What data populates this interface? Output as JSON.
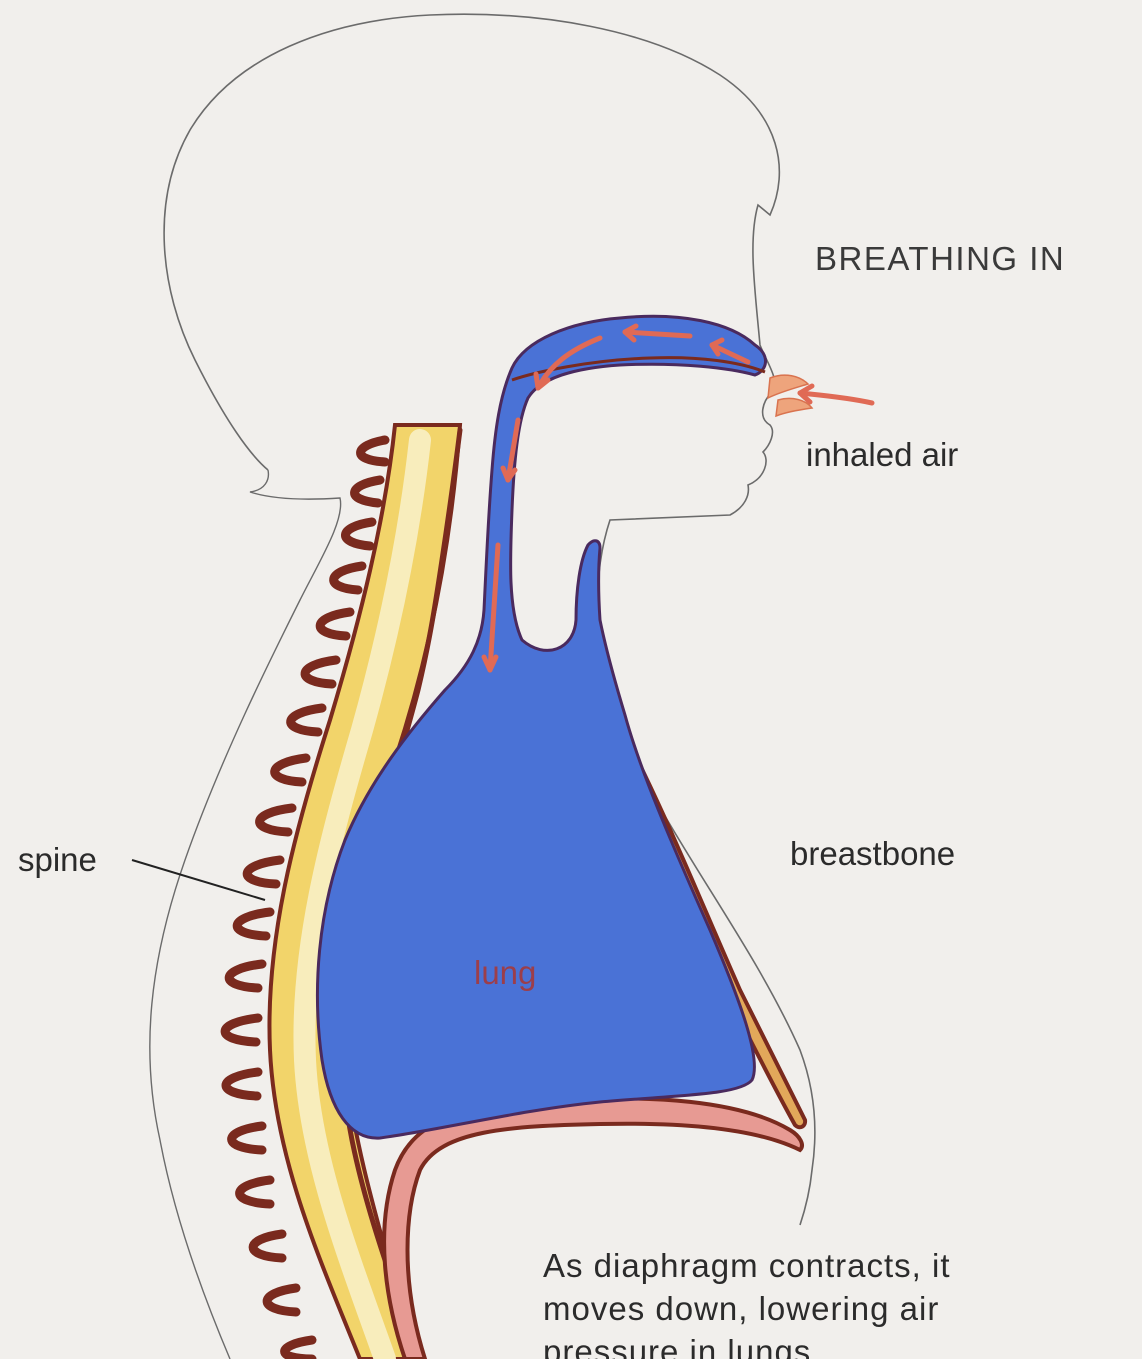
{
  "diagram": {
    "title": "BREATHING IN",
    "labels": {
      "inhaled_air": "inhaled air",
      "spine": "spine",
      "breastbone": "breastbone",
      "lung": "lung"
    },
    "caption_lines": [
      "As diaphragm contracts, it",
      "moves down, lowering air",
      "pressure in lungs."
    ]
  }
}
